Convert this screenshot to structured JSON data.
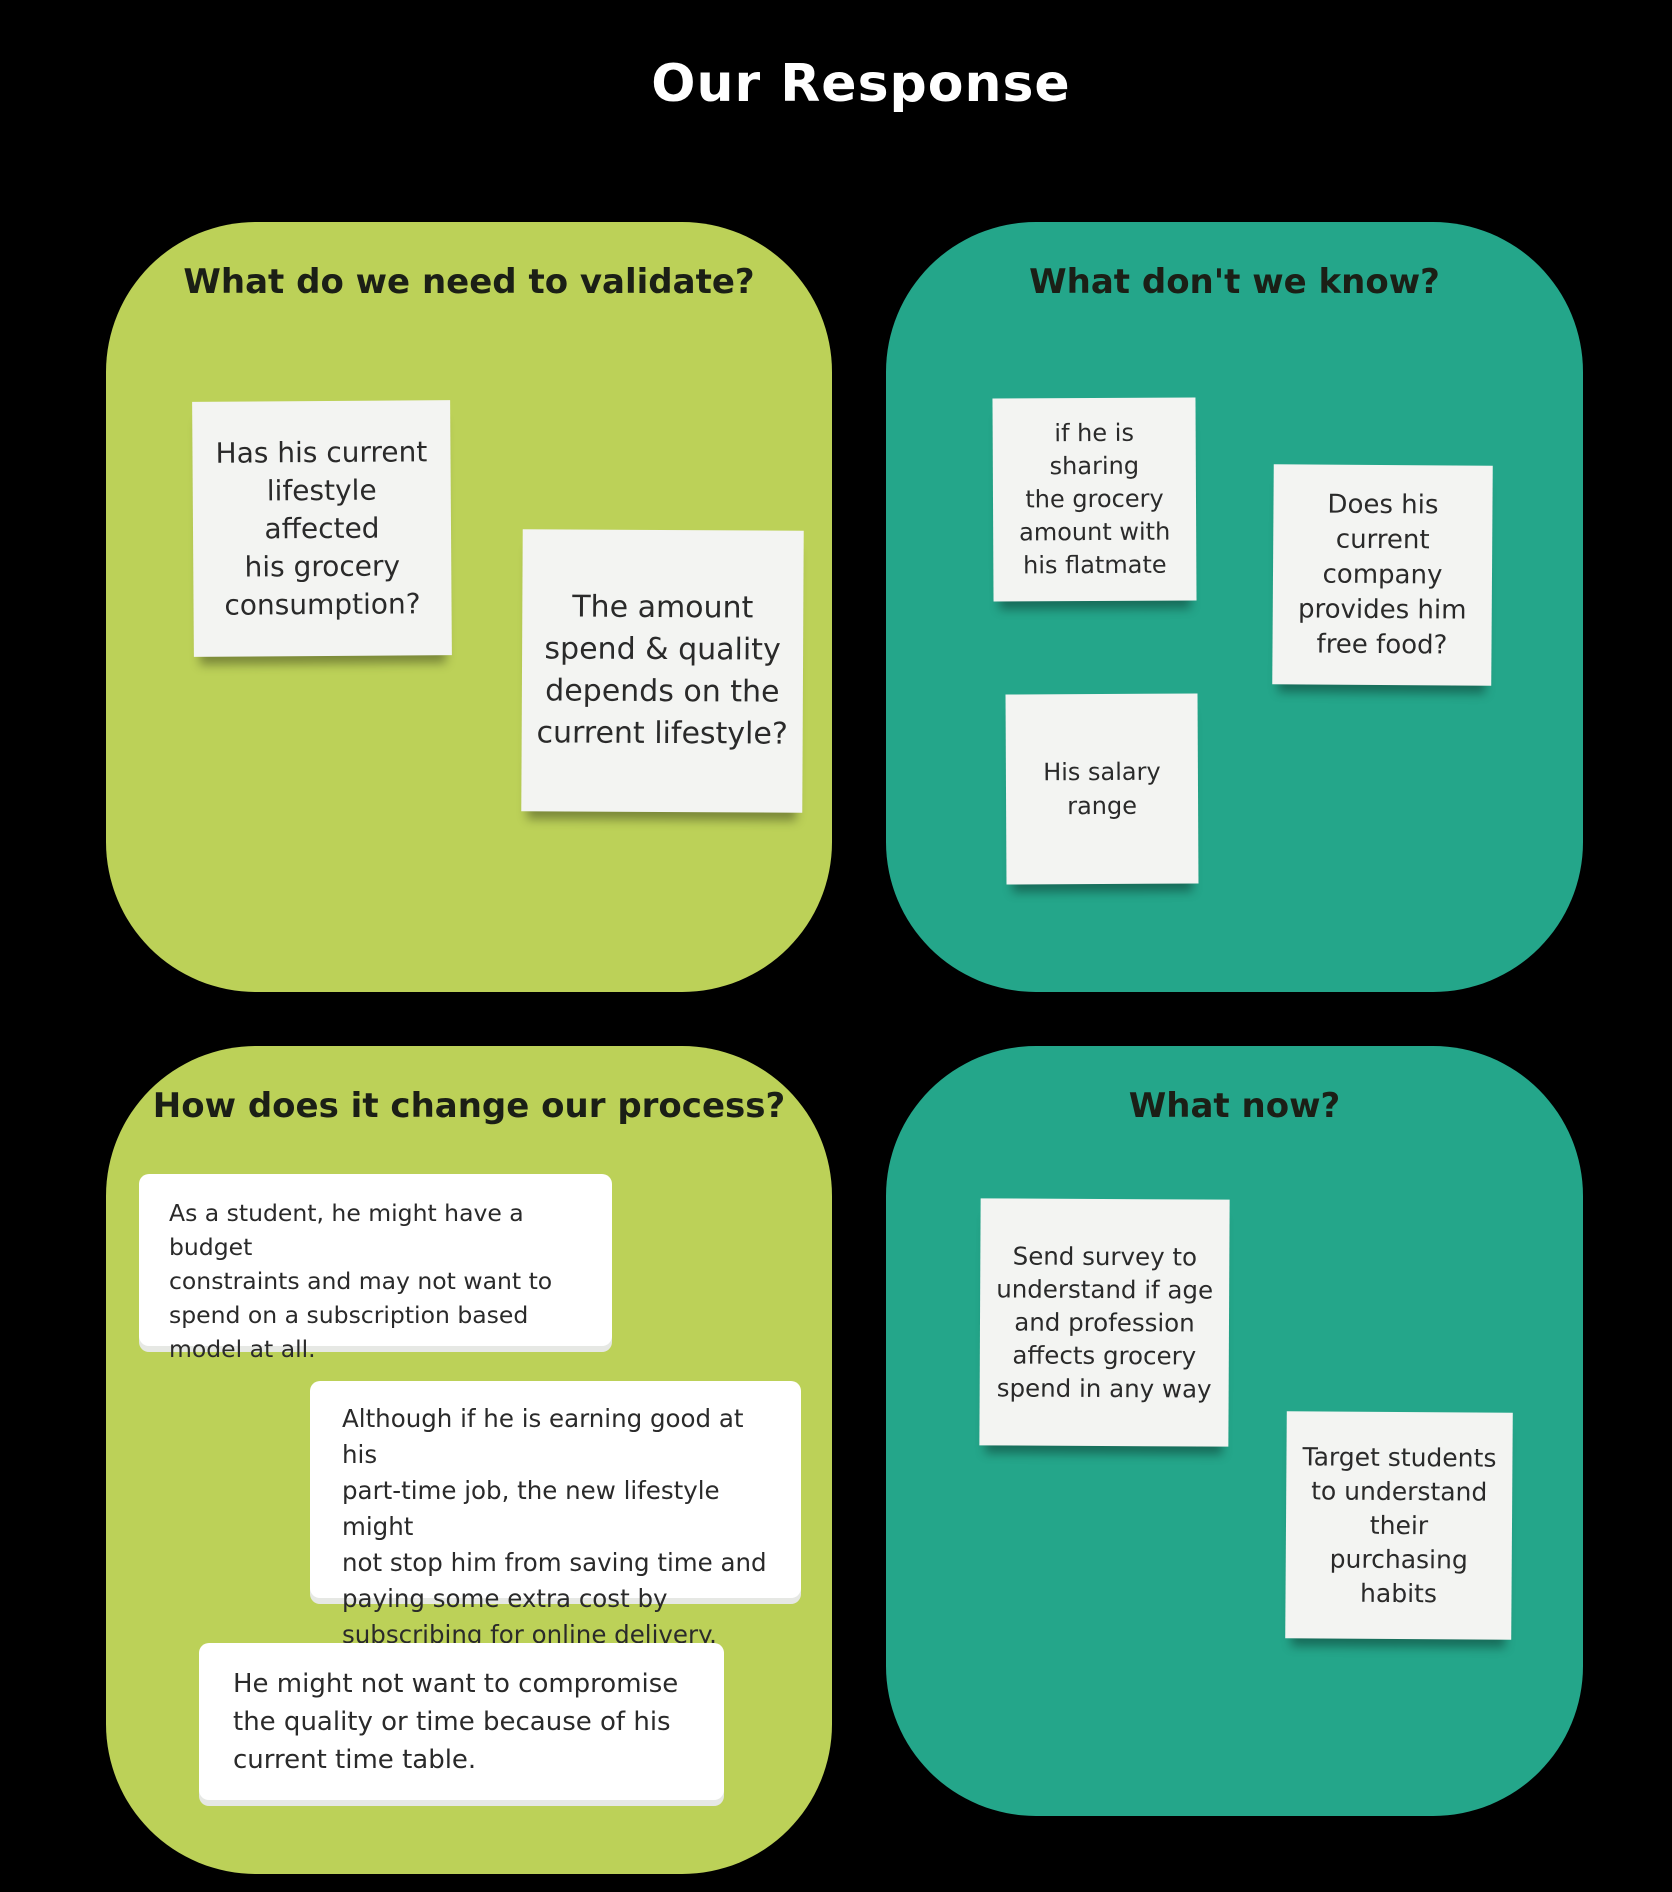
{
  "title": "Our Response",
  "colors": {
    "background": "#000000",
    "lime": "#bcd158",
    "teal": "#24a68a",
    "note": "#f3f4f2"
  },
  "panels": {
    "validate": {
      "title": "What do we need to validate?",
      "notes": [
        "Has his current\nlifestyle affected\nhis grocery\nconsumption?",
        "The amount\nspend & quality\ndepends on the\ncurrent lifestyle?"
      ]
    },
    "unknown": {
      "title": "What don't we know?",
      "notes": [
        "if he is sharing\nthe grocery\namount with\nhis flatmate",
        "Does his\ncurrent\ncompany\nprovides him\nfree food?",
        "His salary\nrange"
      ]
    },
    "process": {
      "title": "How does it change our process?",
      "cards": [
        "As a student, he might have a budget\nconstraints and may not want to\nspend on a subscription based\nmodel at all.",
        "Although if he is earning good at his\npart-time job, the new lifestyle might\nnot stop him from saving time and\npaying some extra cost by\nsubscribing for online delivery.",
        "He might not want to compromise\nthe quality or time because of his\ncurrent time table."
      ]
    },
    "now": {
      "title": "What now?",
      "notes": [
        "Send survey to\nunderstand if age\nand profession\naffects grocery\nspend in any way",
        "Target students\nto understand\ntheir purchasing\nhabits"
      ]
    }
  }
}
